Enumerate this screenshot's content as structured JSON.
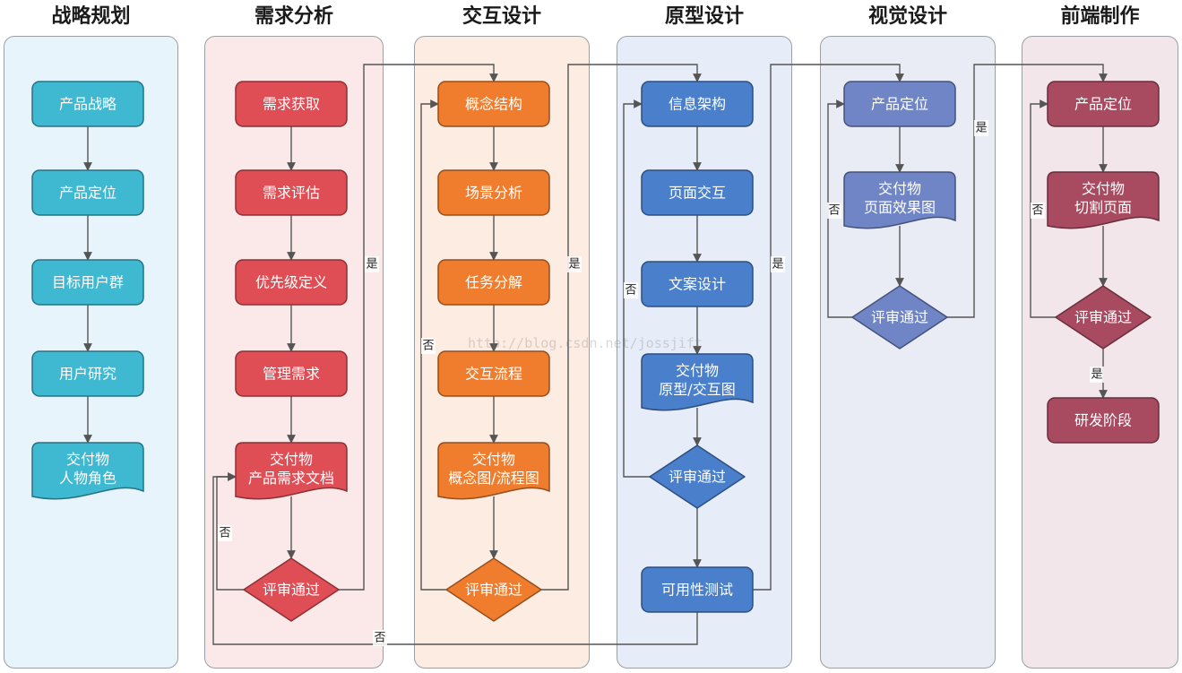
{
  "lanes": [
    {
      "title": "战略规划",
      "bg": "#e8f4fb"
    },
    {
      "title": "需求分析",
      "bg": "#fbe9e9"
    },
    {
      "title": "交互设计",
      "bg": "#fcece2"
    },
    {
      "title": "原型设计",
      "bg": "#e6edf8"
    },
    {
      "title": "视觉设计",
      "bg": "#e9ecf5"
    },
    {
      "title": "前端制作",
      "bg": "#f3e6ea"
    }
  ],
  "colors": {
    "cyan": "#3fb8d2",
    "red": "#e04e55",
    "orange": "#f07d2e",
    "blue": "#4a7fcc",
    "slate": "#6f85c6",
    "maroon": "#a84a60"
  },
  "nodes": {
    "s1": [
      "产品战略"
    ],
    "s2": [
      "产品定位"
    ],
    "s3": [
      "目标用户群"
    ],
    "s4": [
      "用户研究"
    ],
    "s5": [
      "交付物",
      "人物角色"
    ],
    "r1": [
      "需求获取"
    ],
    "r2": [
      "需求评估"
    ],
    "r3": [
      "优先级定义"
    ],
    "r4": [
      "管理需求"
    ],
    "r5": [
      "交付物",
      "产品需求文档"
    ],
    "r6": [
      "评审通过"
    ],
    "i1": [
      "概念结构"
    ],
    "i2": [
      "场景分析"
    ],
    "i3": [
      "任务分解"
    ],
    "i4": [
      "交互流程"
    ],
    "i5": [
      "交付物",
      "概念图/流程图"
    ],
    "i6": [
      "评审通过"
    ],
    "p1": [
      "信息架构"
    ],
    "p2": [
      "页面交互"
    ],
    "p3": [
      "文案设计"
    ],
    "p4": [
      "交付物",
      "原型/交互图"
    ],
    "p5": [
      "评审通过"
    ],
    "p6": [
      "可用性测试"
    ],
    "v1": [
      "产品定位"
    ],
    "v2": [
      "交付物",
      "页面效果图"
    ],
    "v3": [
      "评审通过"
    ],
    "f1": [
      "产品定位"
    ],
    "f2": [
      "交付物",
      "切割页面"
    ],
    "f3": [
      "评审通过"
    ],
    "f4": [
      "研发阶段"
    ]
  },
  "edge_labels": {
    "yes": "是",
    "no": "否"
  },
  "watermark": "http://blog.csdn.net/jossjift"
}
